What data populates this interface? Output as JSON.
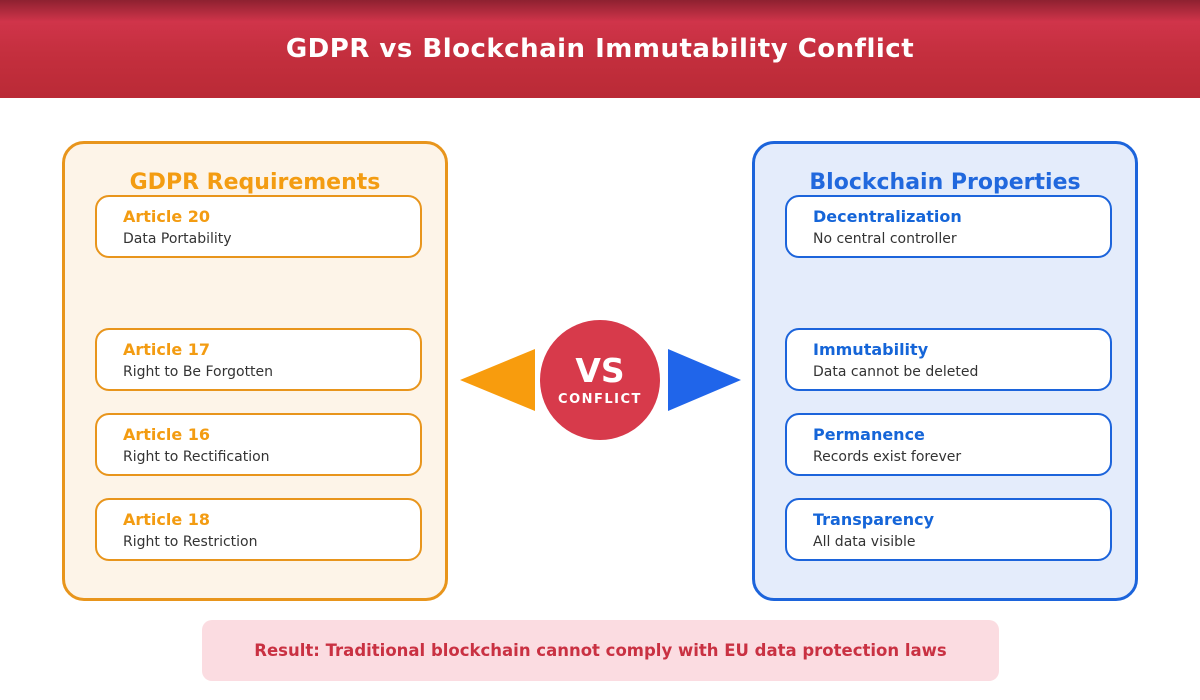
{
  "header": {
    "title": "GDPR vs Blockchain Immutability Conflict",
    "background_color": "#c42f3e",
    "text_color": "#ffffff"
  },
  "panels": {
    "gdpr": {
      "title": "GDPR Requirements",
      "accent_color": "#f39c12",
      "border_color": "#e8951c",
      "background_color": "#fdf4e8",
      "items": [
        {
          "title": "Article 17",
          "subtitle": "Right to Be Forgotten"
        },
        {
          "title": "Article 16",
          "subtitle": "Right to Rectification"
        },
        {
          "title": "Article 18",
          "subtitle": "Right to Restriction"
        },
        {
          "title": "Article 20",
          "subtitle": "Data Portability"
        }
      ]
    },
    "blockchain": {
      "title": "Blockchain Properties",
      "accent_color": "#1565d8",
      "border_color": "#1c64db",
      "background_color": "#e4ecfb",
      "items": [
        {
          "title": "Immutability",
          "subtitle": "Data cannot be deleted"
        },
        {
          "title": "Permanence",
          "subtitle": "Records exist forever"
        },
        {
          "title": "Transparency",
          "subtitle": "All data visible"
        },
        {
          "title": "Decentralization",
          "subtitle": "No central controller"
        }
      ]
    }
  },
  "center": {
    "vs_label": "VS",
    "conflict_label": "CONFLICT",
    "circle_color": "#d73a4b",
    "left_arrow_color": "#f89c0d",
    "right_arrow_color": "#2065ea"
  },
  "result": {
    "text": "Result: Traditional blockchain cannot comply with EU data protection laws",
    "text_color": "#c93142",
    "background_color": "#fbdce1"
  }
}
